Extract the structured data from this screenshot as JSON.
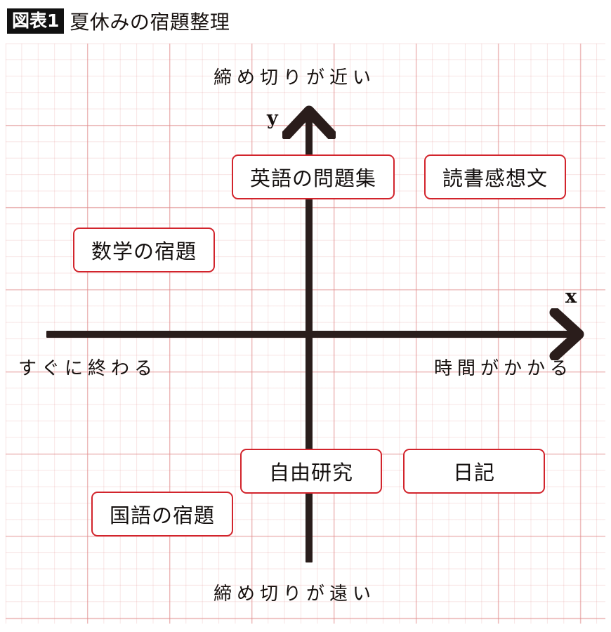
{
  "header": {
    "badge": "図表1",
    "title": "夏休みの宿題整理"
  },
  "chart_data": {
    "type": "scatter",
    "title": "夏休みの宿題整理",
    "xlabel": "x",
    "ylabel": "y",
    "x_axis": {
      "letter": "x",
      "left_caption": "すぐに終わる",
      "right_caption": "時間がかかる"
    },
    "y_axis": {
      "letter": "y",
      "top_caption": "締め切りが近い",
      "bottom_caption": "締め切りが遠い"
    },
    "grid": true,
    "grid_color": "#e08a8a",
    "axis_color": "#2a1d1b",
    "item_border_color": "#d2242c",
    "quadrant_meaning": {
      "top_left": "すぐに終わる・締め切りが近い",
      "top_right": "時間がかかる・締め切りが近い",
      "bottom_left": "すぐに終わる・締め切りが遠い",
      "bottom_right": "時間がかかる・締め切りが遠い"
    },
    "items": [
      {
        "label": "英語の問題集",
        "quadrant": "top-center",
        "x": 0.0,
        "y": 0.72
      },
      {
        "label": "読書感想文",
        "quadrant": "top-right",
        "x": 0.55,
        "y": 0.72
      },
      {
        "label": "数学の宿題",
        "quadrant": "top-left",
        "x": -0.62,
        "y": 0.45
      },
      {
        "label": "自由研究",
        "quadrant": "bottom-center",
        "x": -0.05,
        "y": -0.42
      },
      {
        "label": "日記",
        "quadrant": "bottom-right",
        "x": 0.38,
        "y": -0.42
      },
      {
        "label": "国語の宿題",
        "quadrant": "bottom-left",
        "x": -0.52,
        "y": -0.57
      }
    ]
  },
  "items": {
    "eigo": "英語の問題集",
    "dokusho": "読書感想文",
    "suugaku": "数学の宿題",
    "jiyuu": "自由研究",
    "nikki": "日記",
    "kokugo": "国語の宿題"
  }
}
